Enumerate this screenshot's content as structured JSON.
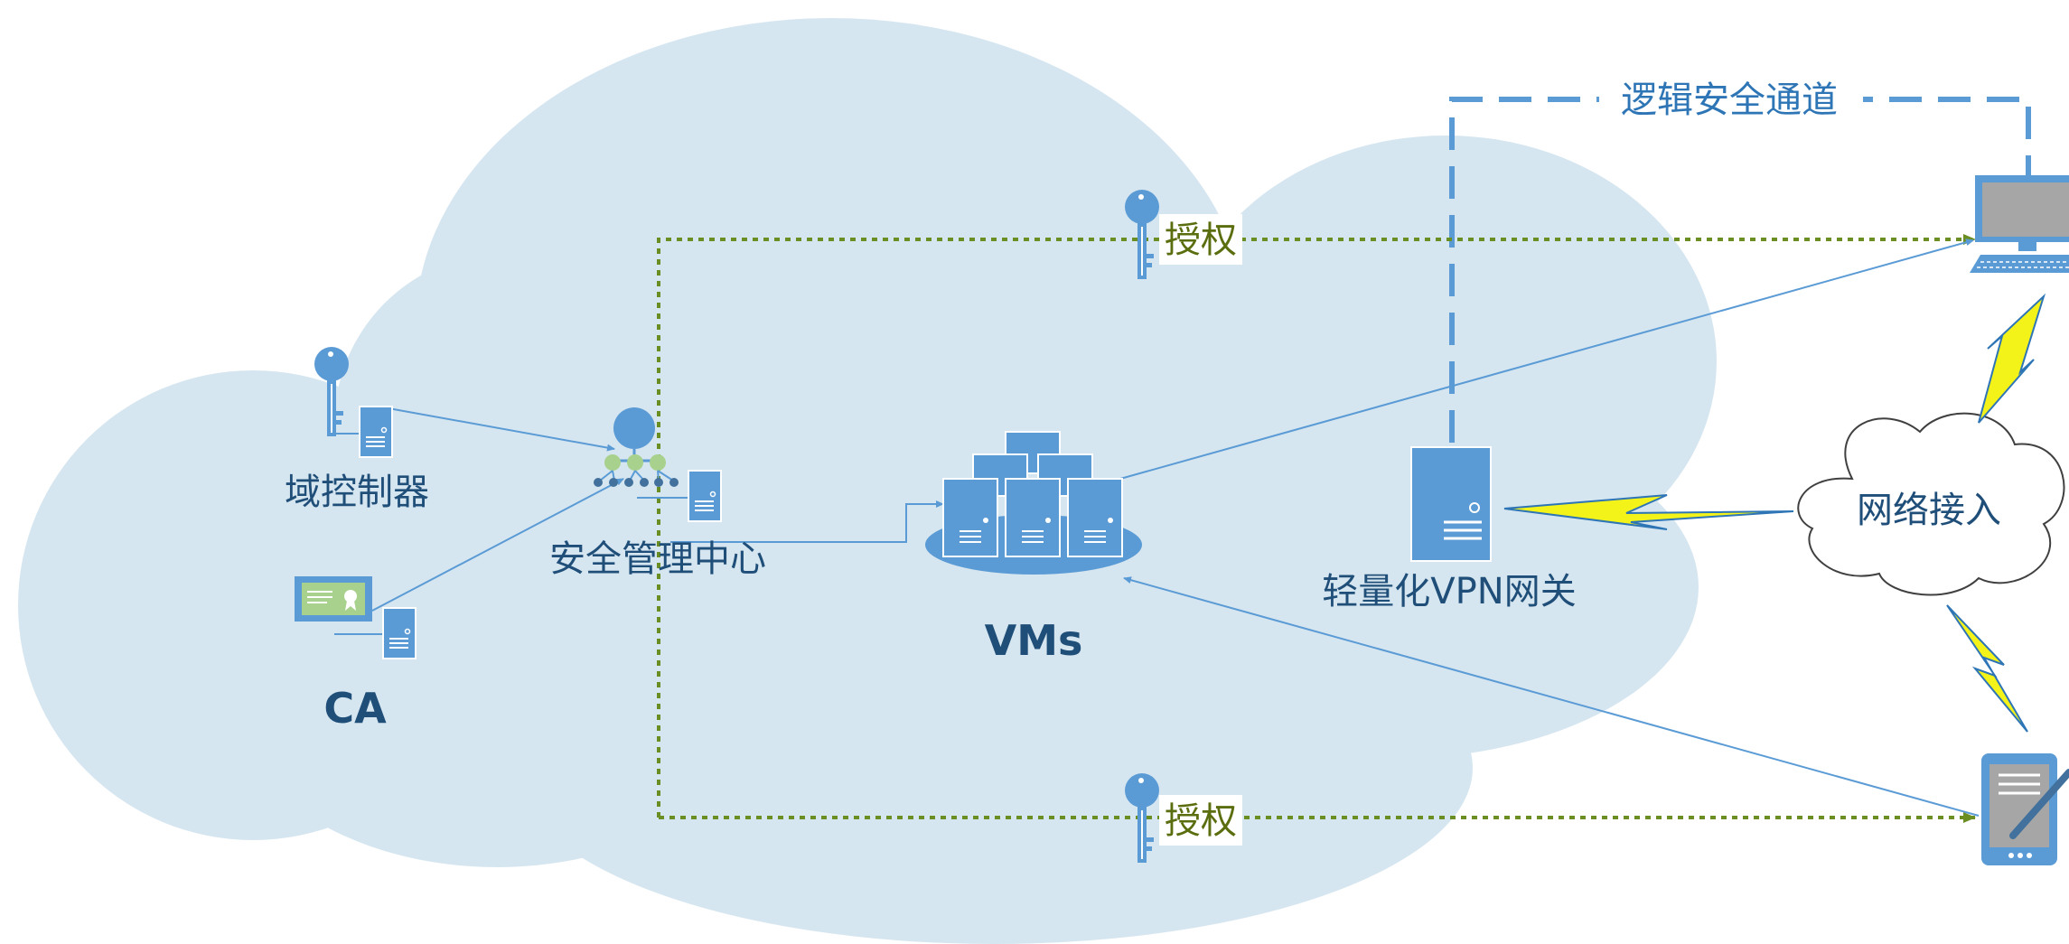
{
  "colors": {
    "cloud": "#d6e6f0",
    "icon_blue": "#5b9bd5",
    "icon_dark": "#41719c",
    "label_dark": "#1f4e79",
    "auth_line": "#6b8e23",
    "auth_text": "#5a6e0f",
    "bolt_fill": "#f3f31a",
    "node_green": "#a9d18e"
  },
  "labels": {
    "domain_controller": "域控制器",
    "ca": "CA",
    "security_center": "安全管理中心",
    "vms": "VMs",
    "vpn_gateway": "轻量化VPN网关",
    "network_access": "网络接入",
    "secure_channel": "逻辑安全通道",
    "auth_top": "授权",
    "auth_bottom": "授权"
  },
  "icons": [
    "key-icon",
    "server-icon",
    "certificate-icon",
    "network-hub-icon",
    "vm-cluster-icon",
    "desktop-computer-icon",
    "tablet-icon",
    "lightning-icon",
    "cloud-icon"
  ]
}
